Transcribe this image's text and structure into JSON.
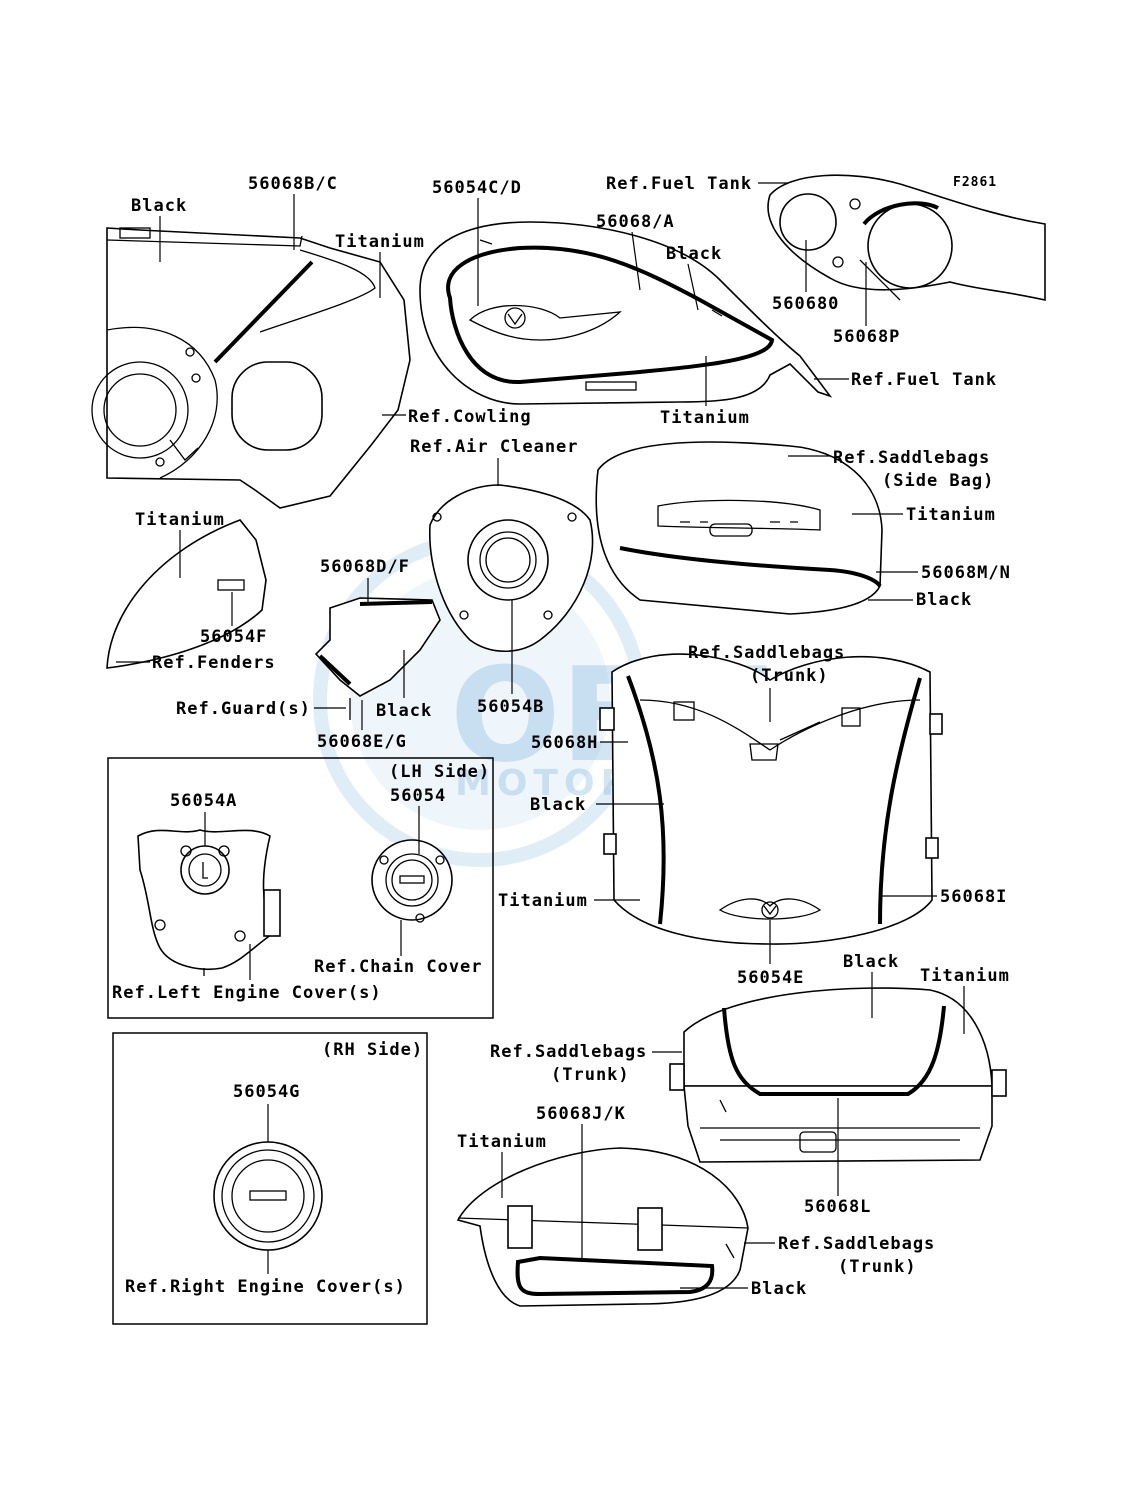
{
  "figure_code": "F2861",
  "watermark": {
    "brand": "OEM",
    "sub": "MOTORPARTS"
  },
  "colors": {
    "line": "#000000",
    "background": "#ffffff",
    "watermark": "#7fb6dd"
  },
  "labels": {
    "l_56068bc": "56068B/C",
    "l_black_cowl": "Black",
    "l_titanium_cowl": "Titanium",
    "l_ref_cowling": "Ref.Cowling",
    "l_56054cd": "56054C/D",
    "l_56068a": "56068/A",
    "l_black_tank": "Black",
    "l_titanium_tank": "Titanium",
    "l_ref_fuel_tank_1": "Ref.Fuel Tank",
    "l_ref_fuel_tank_2": "Ref.Fuel Tank",
    "l_560680": "560680",
    "l_56068p": "56068P",
    "l_ref_air_cleaner": "Ref.Air Cleaner",
    "l_56054b": "56054B",
    "l_ref_saddlebags_side_1": "Ref.Saddlebags",
    "l_ref_saddlebags_side_2": "(Side Bag)",
    "l_titanium_side": "Titanium",
    "l_56068mn": "56068M/N",
    "l_black_side": "Black",
    "l_titanium_fender": "Titanium",
    "l_56054f": "56054F",
    "l_ref_fenders": "Ref.Fenders",
    "l_56068df": "56068D/F",
    "l_ref_guard": "Ref.Guard(s)",
    "l_black_guard": "Black",
    "l_56068eg": "56068E/G",
    "l_ref_trunk_top_1": "Ref.Saddlebags",
    "l_ref_trunk_top_2": "(Trunk)",
    "l_56068h": "56068H",
    "l_black_trunk_top": "Black",
    "l_titanium_trunk_top": "Titanium",
    "l_56068i": "56068I",
    "l_56054e": "56054E",
    "l_lh_side": "(LH Side)",
    "l_56054a": "56054A",
    "l_56054": "56054",
    "l_ref_chain_cover": "Ref.Chain Cover",
    "l_ref_left_engine": "Ref.Left Engine Cover(s)",
    "l_rh_side": "(RH Side)",
    "l_56054g": "56054G",
    "l_ref_right_engine": "Ref.Right Engine Cover(s)",
    "l_black_trunk_rear": "Black",
    "l_titanium_trunk_rear": "Titanium",
    "l_ref_trunk_rear_1": "Ref.Saddlebags",
    "l_ref_trunk_rear_2": "(Trunk)",
    "l_56068l": "56068L",
    "l_56068jk": "56068J/K",
    "l_titanium_trunk_side": "Titanium",
    "l_ref_trunk_side_1": "Ref.Saddlebags",
    "l_ref_trunk_side_2": "(Trunk)",
    "l_black_trunk_side": "Black"
  }
}
